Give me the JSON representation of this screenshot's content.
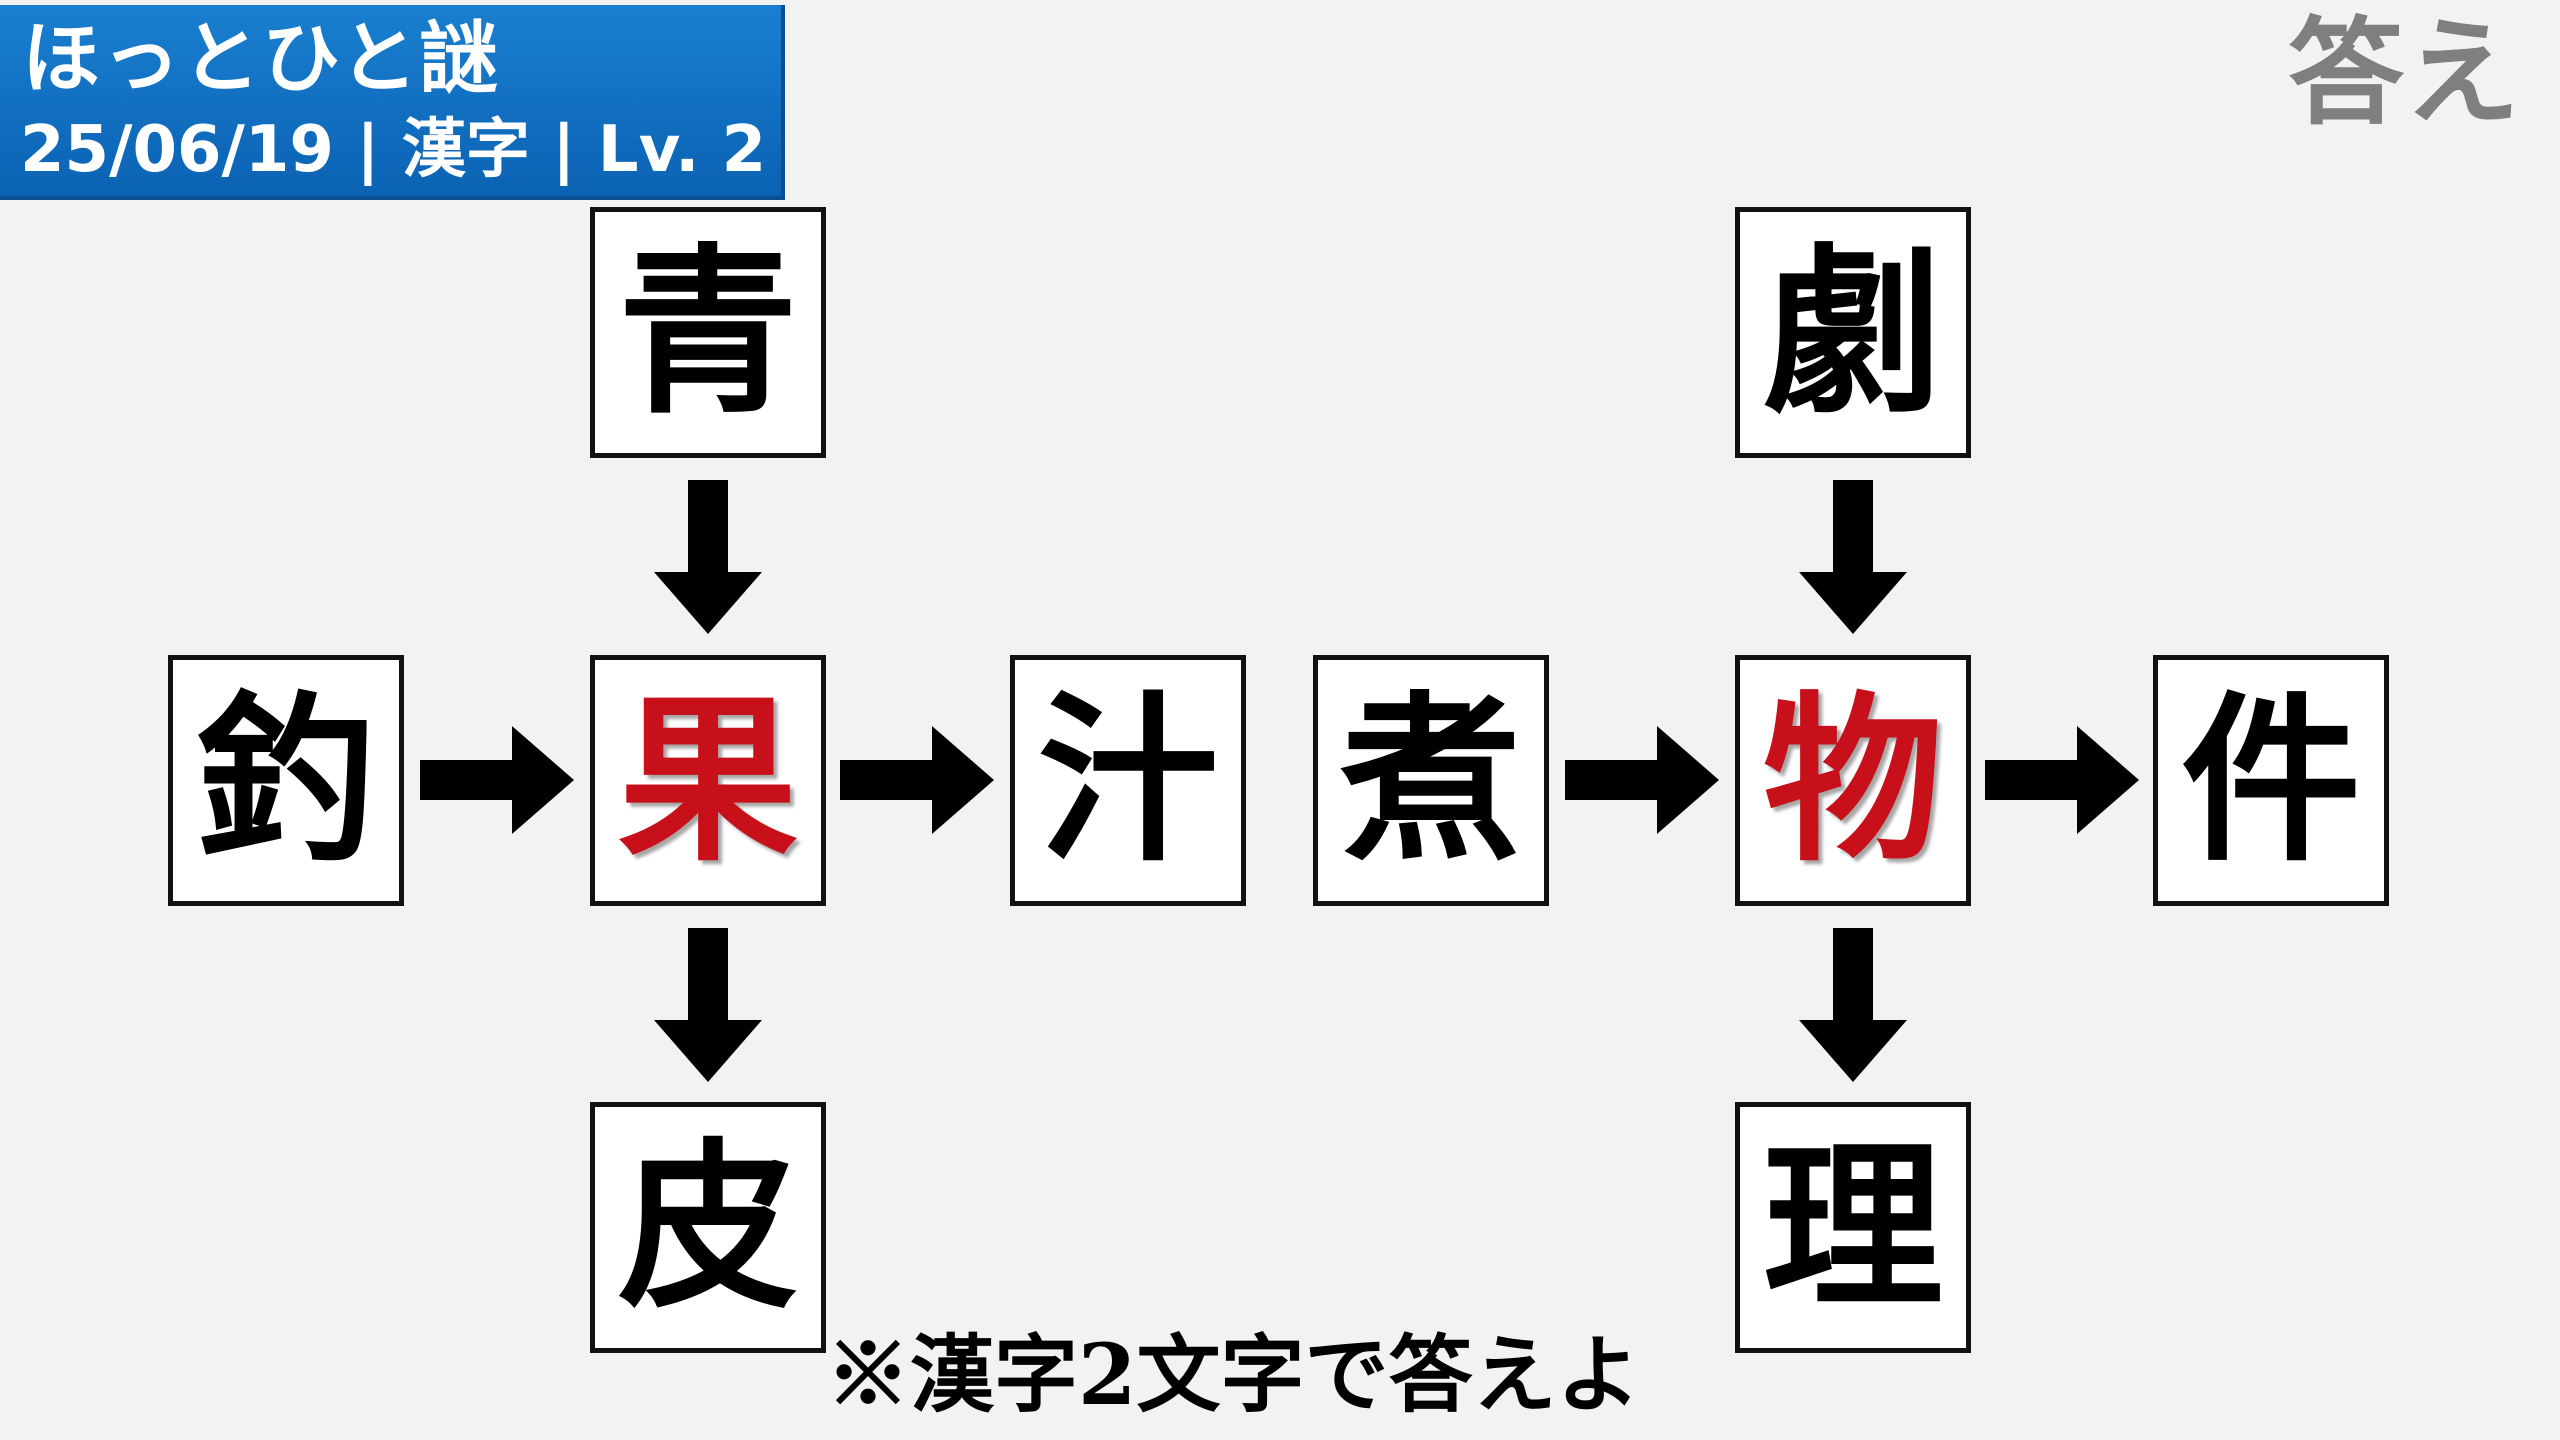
{
  "banner": {
    "title": "ほっとひと謎",
    "meta": "25/06/19 | 漢字 | Lv. 2"
  },
  "answer_label": "答え",
  "left_puzzle": {
    "top": "青",
    "left": "釣",
    "center": "果",
    "right": "汁",
    "bottom": "皮"
  },
  "right_puzzle": {
    "top": "劇",
    "left": "煮",
    "center": "物",
    "right": "件",
    "bottom": "理"
  },
  "note": "※漢字2文字で答えよ",
  "colors": {
    "banner": "#0b62b3",
    "answer_char": "#c8101a",
    "answer_label": "#7f7f7f",
    "background": "#f2f2f2"
  }
}
